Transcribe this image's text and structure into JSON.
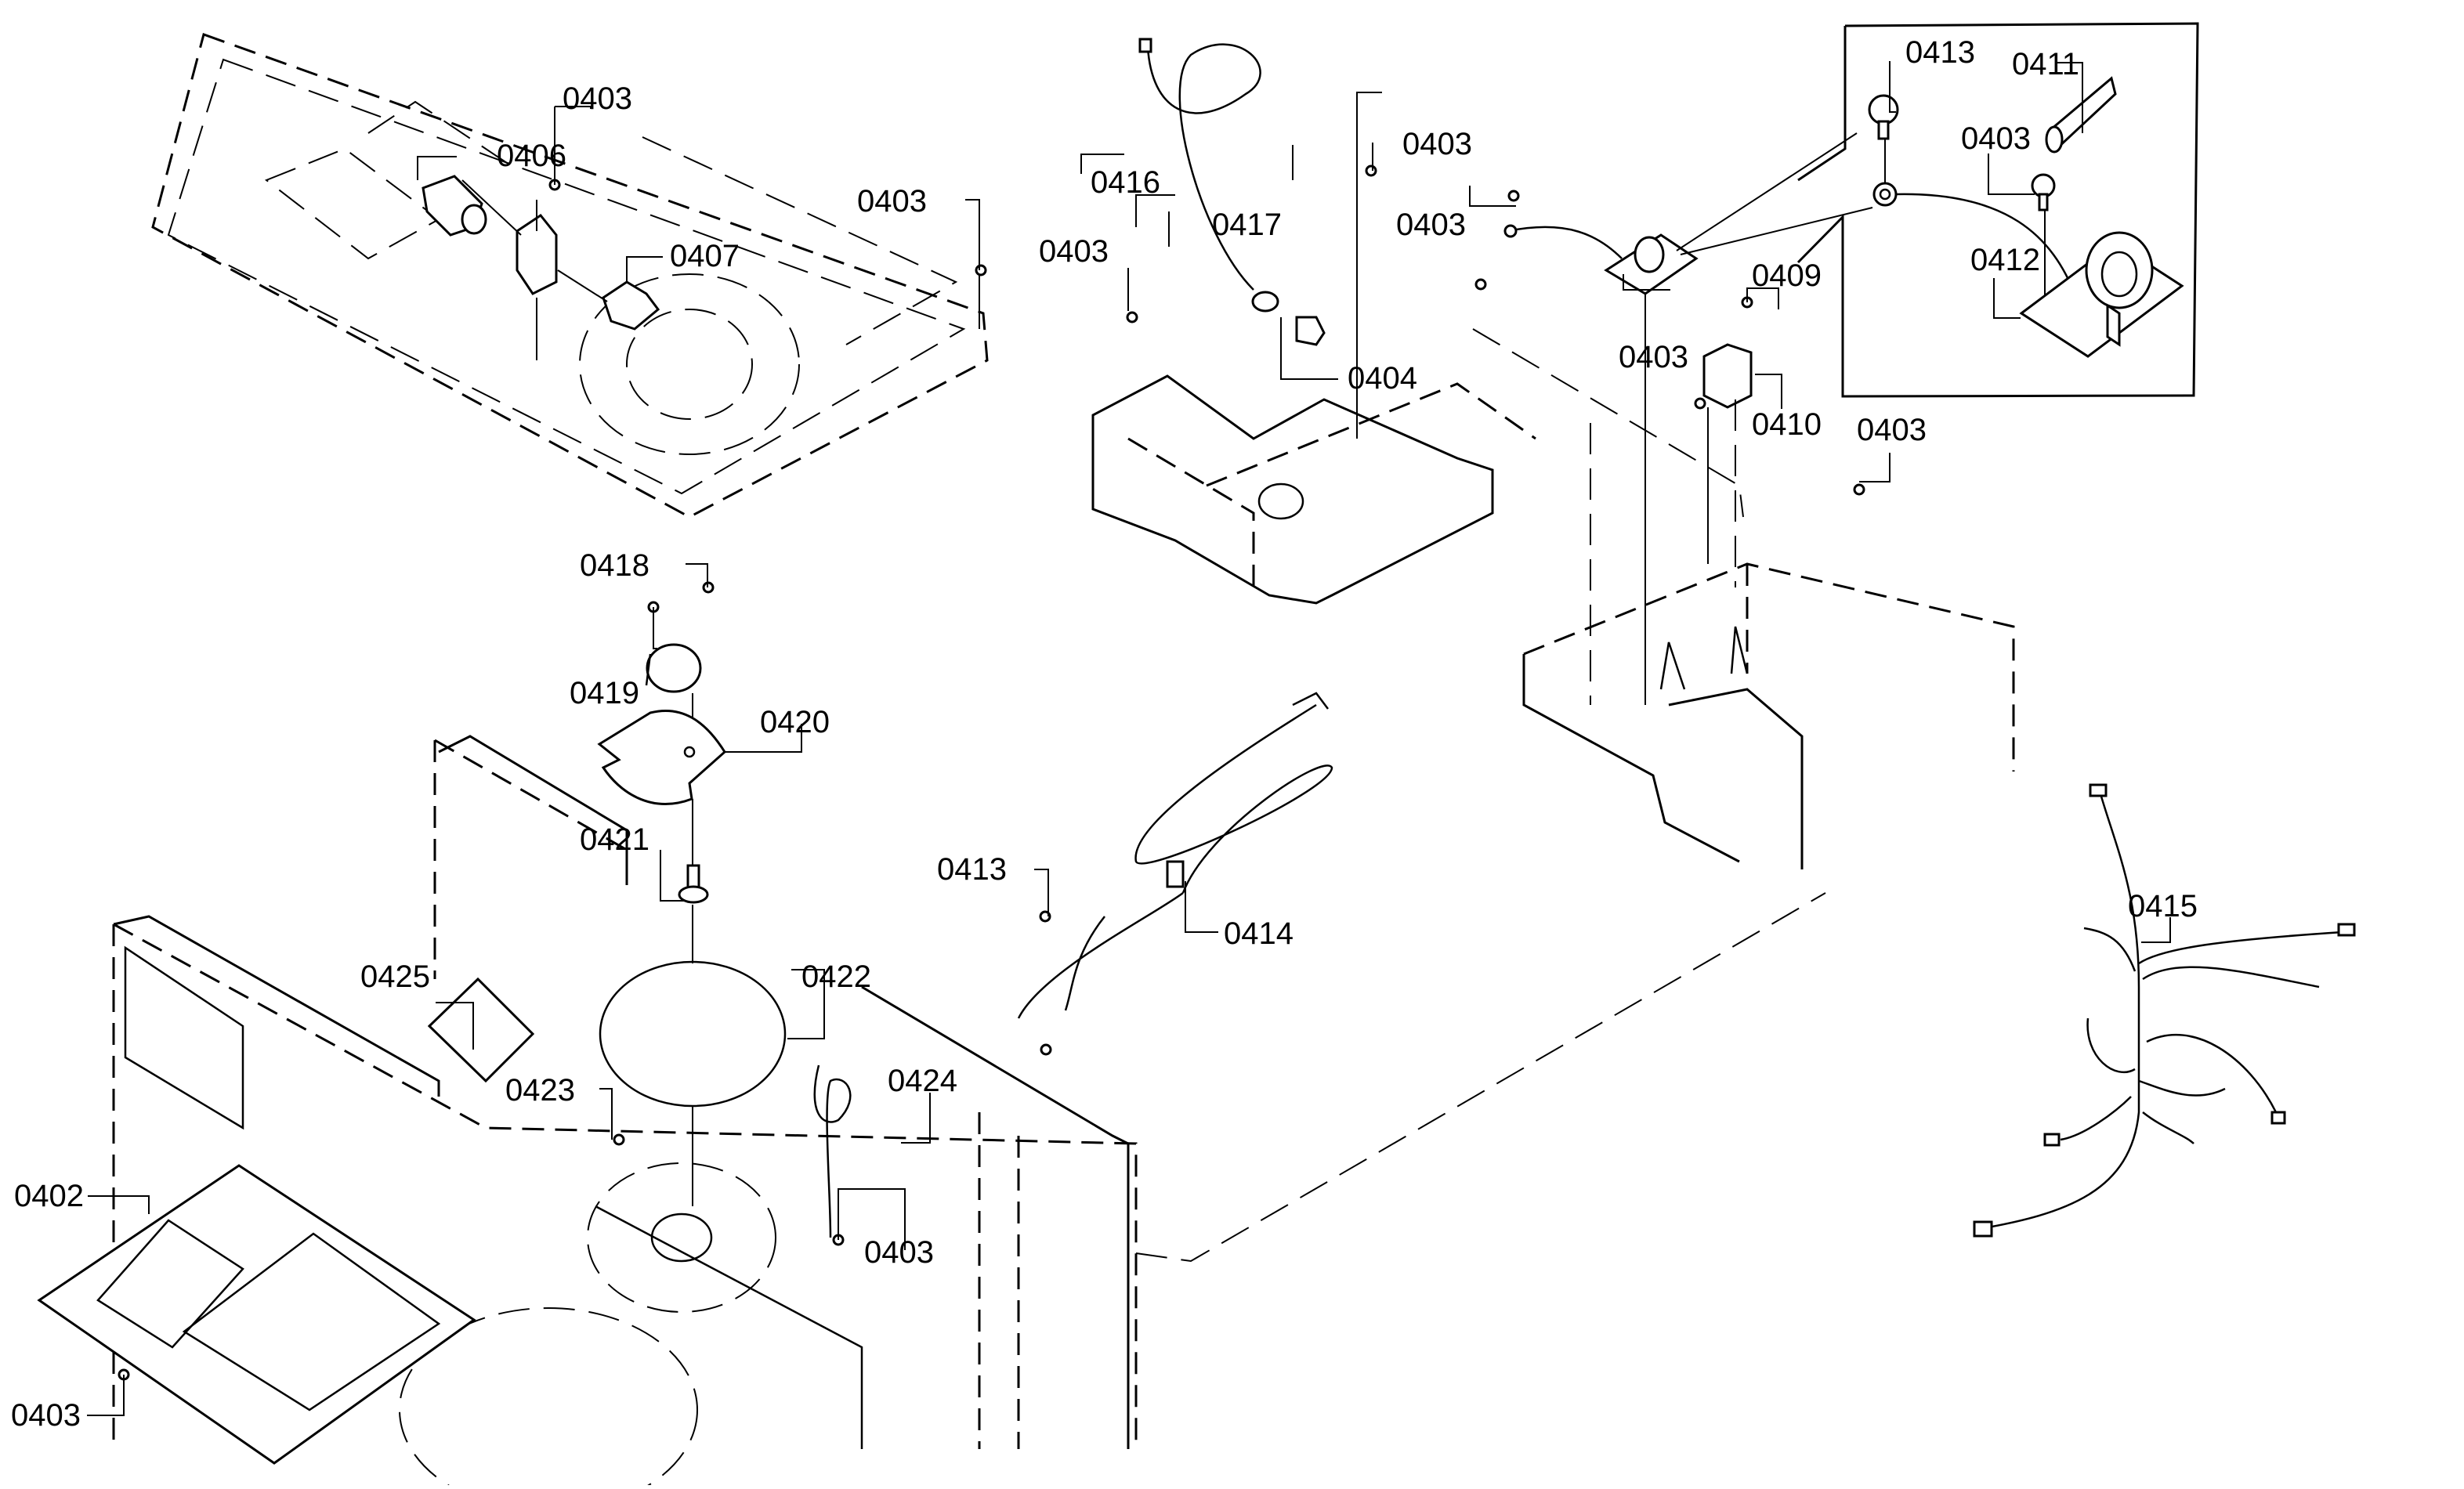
{
  "diagram": {
    "type": "exploded-parts-view",
    "subject": "microwave oven internal assembly",
    "background_color": "#ffffff",
    "line_color": "#000000",
    "inset": {
      "description": "detail view of fuse holder assembly",
      "callouts": [
        "0413",
        "0411",
        "0403",
        "0412"
      ]
    },
    "callouts": [
      {
        "id": "c1",
        "label": "0403",
        "part": "screw (top plate, center)"
      },
      {
        "id": "c2",
        "label": "0406",
        "part": "lamp socket"
      },
      {
        "id": "c3",
        "label": "0403",
        "part": "screw (top plate, right)"
      },
      {
        "id": "c4",
        "label": "0407",
        "part": "thermostat"
      },
      {
        "id": "c5",
        "label": "0416",
        "part": "wire lead"
      },
      {
        "id": "c6",
        "label": "0417",
        "part": "screw"
      },
      {
        "id": "c7",
        "label": "0403",
        "part": "screw (duct bracket)"
      },
      {
        "id": "c8",
        "label": "0403",
        "part": "screw (upper center)"
      },
      {
        "id": "c9",
        "label": "0403",
        "part": "screw (panel)"
      },
      {
        "id": "c10",
        "label": "0404",
        "part": "thermal cutout"
      },
      {
        "id": "c11",
        "label": "0409",
        "part": "screw"
      },
      {
        "id": "c12",
        "label": "0403",
        "part": "screw (capacitor)"
      },
      {
        "id": "c13",
        "label": "0410",
        "part": "capacitor"
      },
      {
        "id": "c14",
        "label": "0403",
        "part": "screw (base plate)"
      },
      {
        "id": "c15",
        "label": "0418",
        "part": "screw"
      },
      {
        "id": "c16",
        "label": "0419",
        "part": "turntable motor"
      },
      {
        "id": "c17",
        "label": "0420",
        "part": "motor bracket"
      },
      {
        "id": "c18",
        "label": "0421",
        "part": "coupler"
      },
      {
        "id": "c19",
        "label": "0413",
        "part": "ground screw"
      },
      {
        "id": "c20",
        "label": "0414",
        "part": "power cord"
      },
      {
        "id": "c21",
        "label": "0415",
        "part": "wire harness"
      },
      {
        "id": "c22",
        "label": "0425",
        "part": "waveguide cover"
      },
      {
        "id": "c23",
        "label": "0422",
        "part": "stirrer cover"
      },
      {
        "id": "c24",
        "label": "0423",
        "part": "screw"
      },
      {
        "id": "c25",
        "label": "0424",
        "part": "ground wire"
      },
      {
        "id": "c26",
        "label": "0403",
        "part": "screw (cavity)"
      },
      {
        "id": "c27",
        "label": "0402",
        "part": "bottom plate"
      },
      {
        "id": "c28",
        "label": "0403",
        "part": "screw (bottom plate)"
      },
      {
        "id": "c29",
        "label": "0413",
        "part": "ground screw (inset)"
      },
      {
        "id": "c30",
        "label": "0411",
        "part": "fuse"
      },
      {
        "id": "c31",
        "label": "0403",
        "part": "screw (inset)"
      },
      {
        "id": "c32",
        "label": "0412",
        "part": "fuse holder"
      }
    ]
  }
}
